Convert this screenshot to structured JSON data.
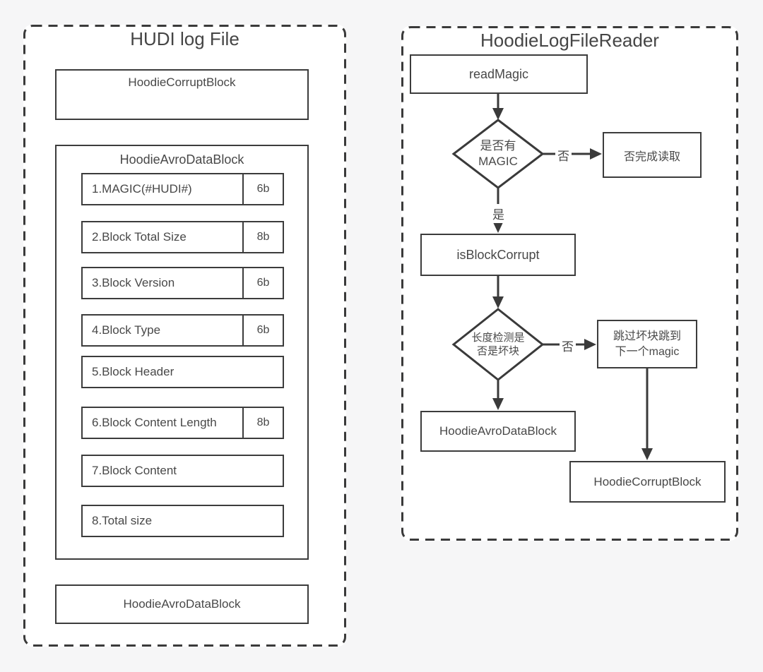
{
  "left_panel": {
    "title": "HUDI log File",
    "corrupt_block_label": "HoodieCorruptBlock",
    "avro_block": {
      "title": "HoodieAvroDataBlock",
      "fields": [
        {
          "label": "1.MAGIC(#HUDI#)",
          "size": "6b"
        },
        {
          "label": "2.Block Total Size",
          "size": "8b"
        },
        {
          "label": "3.Block Version",
          "size": "6b"
        },
        {
          "label": "4.Block Type",
          "size": "6b"
        },
        {
          "label": "5.Block Header",
          "size": ""
        },
        {
          "label": "6.Block Content Length",
          "size": "8b"
        },
        {
          "label": "7.Block Content",
          "size": ""
        },
        {
          "label": "8.Total size",
          "size": ""
        }
      ]
    },
    "avro_block_bottom_label": "HoodieAvroDataBlock"
  },
  "right_panel": {
    "title": "HoodieLogFileReader",
    "nodes": {
      "read_magic": "readMagic",
      "has_magic_line1": "是否有",
      "has_magic_line2": "MAGIC",
      "finish_read": "否完成读取",
      "is_block_corrupt": "isBlockCorrupt",
      "length_check_line1": "长度检测是",
      "length_check_line2": "否是坏块",
      "skip_line1": "跳过坏块跳到",
      "skip_line2": "下一个magic",
      "avro_data_block": "HoodieAvroDataBlock",
      "corrupt_block": "HoodieCorruptBlock"
    },
    "edge_labels": {
      "no_magic": "否",
      "yes_magic": "是",
      "not_corrupt": "否"
    }
  },
  "colors": {
    "line": "#3a3a3a",
    "text": "#484848",
    "page_background": "#f6f6f7",
    "panel_background": "#ffffff"
  }
}
